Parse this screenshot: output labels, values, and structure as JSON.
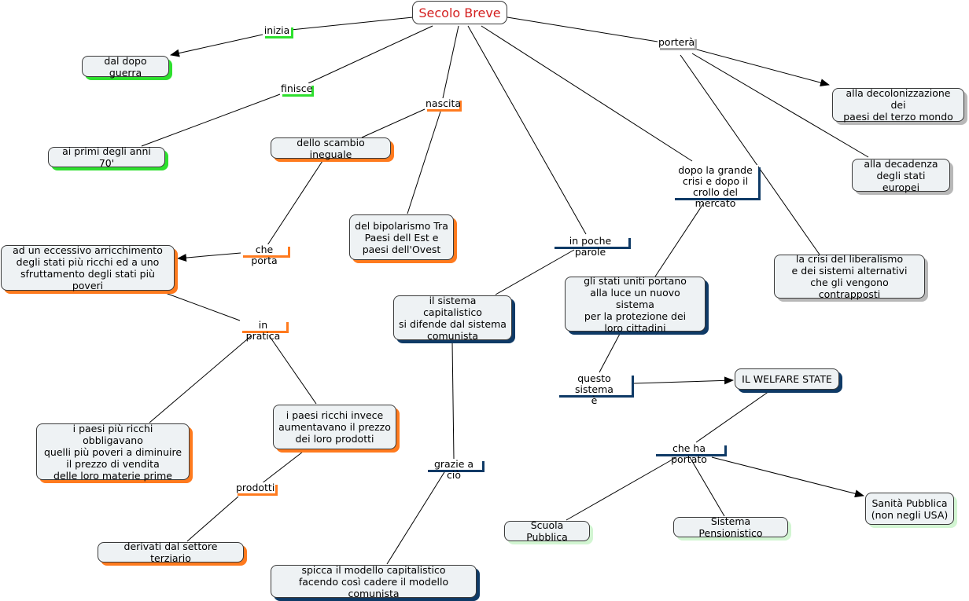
{
  "title": "Secolo Breve",
  "concepts": {
    "dopo_guerra": "dal dopo guerra",
    "anni_70": "ai primi degli anni 70'",
    "scambio": "dello scambio ineguale",
    "bipolarismo": "del bipolarismo Tra\nPaesi dell Est e\npaesi dell'Ovest",
    "arricchimento": "ad un eccessivo arricchimento\ndegli stati più ricchi ed a uno\nsfruttamento degli stati più poveri",
    "obbligavano": "i paesi più ricchi obbligavano\nquelli più poveri a diminuire\nil prezzo di vendita\ndelle loro materie prime",
    "aumentavano": "i paesi ricchi invece\naumentavano il prezzo\ndei loro prodotti",
    "terziario": "derivati dal settore terziario",
    "capitalistico": "il sistema capitalistico\nsi difende dal sistema\ncomunista",
    "spicca": "spicca il modello capitalistico\nfacendo così cadere il modello comunista",
    "stati_uniti": "gli stati uniti portano\nalla luce un nuovo sistema\nper la protezione dei\nloro cittadini",
    "welfare": "IL WELFARE STATE",
    "scuola": "Scuola Pubblica",
    "pensionistico": "Sistema Pensionistico",
    "sanita": "Sanità Pubblica\n(non negli USA)",
    "decolonizzazione": "alla decolonizzazione dei\npaesi del terzo mondo",
    "decadenza": "alla decadenza\ndegli stati europei",
    "crisi_liberalismo": "la crisi del liberalismo\ne dei sistemi alternativi\nche gli vengono contrapposti"
  },
  "links": {
    "inizia": "inizia",
    "finisce": "finisce",
    "nascita": "nascita",
    "portera": "porterà",
    "che_porta": "che porta",
    "in_pratica": "in pratica",
    "prodotti": "prodotti",
    "in_poche_parole": "in poche parole",
    "grazie": "grazie a ciò",
    "dopo_crisi": "dopo la grande\ncrisi e dopo il\ncrollo del mercato",
    "questo_sistema": "questo sistema\nè",
    "che_ha_portato": "che ha portato"
  },
  "colors": {
    "title_text": "#d42020",
    "green": "#2ee02e",
    "orange": "#ff7a1e",
    "navy": "#0f3a66",
    "gray": "#b8b8b8",
    "light_green": "#d2f5d2",
    "node_fill": "#eef2f4"
  }
}
